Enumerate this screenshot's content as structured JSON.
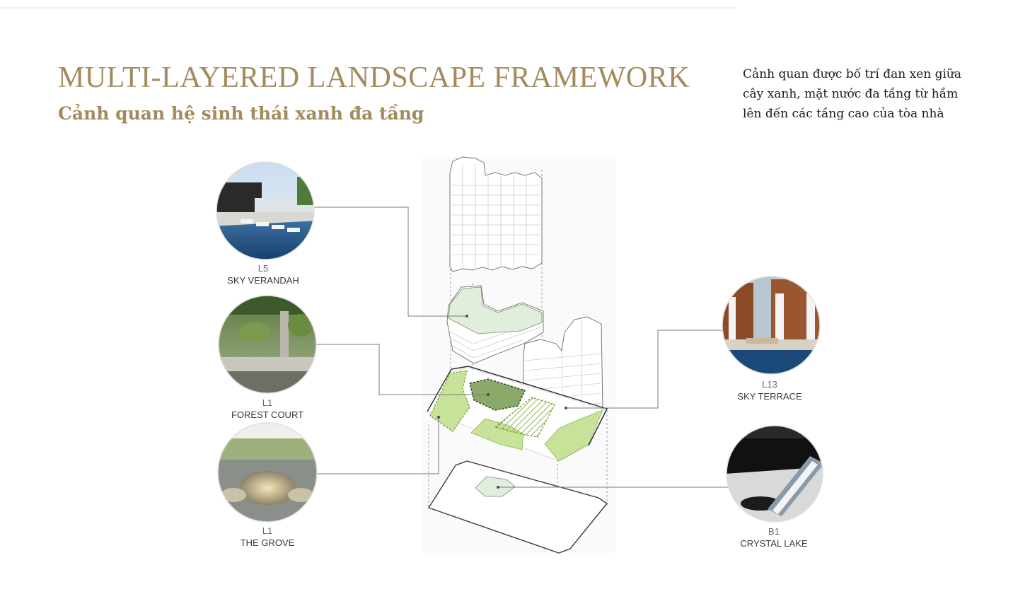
{
  "header": {
    "title": "MULTI-LAYERED LANDSCAPE FRAMEWORK",
    "subtitle": "Cảnh quan hệ sinh thái xanh đa tầng"
  },
  "description": {
    "lines": [
      "Cảnh quan được bố trí đan xen giữa",
      "cây xanh, mặt nước đa tầng từ hầm",
      "lên đến các tầng cao của tòa nhà"
    ]
  },
  "features": [
    {
      "level": "L5",
      "name": "SKY VERANDAH"
    },
    {
      "level": "L1",
      "name": "FOREST COURT"
    },
    {
      "level": "L1",
      "name": "THE GROVE"
    },
    {
      "level": "L13",
      "name": "SKY TERRACE"
    },
    {
      "level": "B1",
      "name": "CRYSTAL LAKE"
    }
  ],
  "colors": {
    "accent_gold": "#a38b5d",
    "green_light": "#c7e39a",
    "green_dark": "#8aaa6a",
    "green_pale": "#e2eedc"
  }
}
